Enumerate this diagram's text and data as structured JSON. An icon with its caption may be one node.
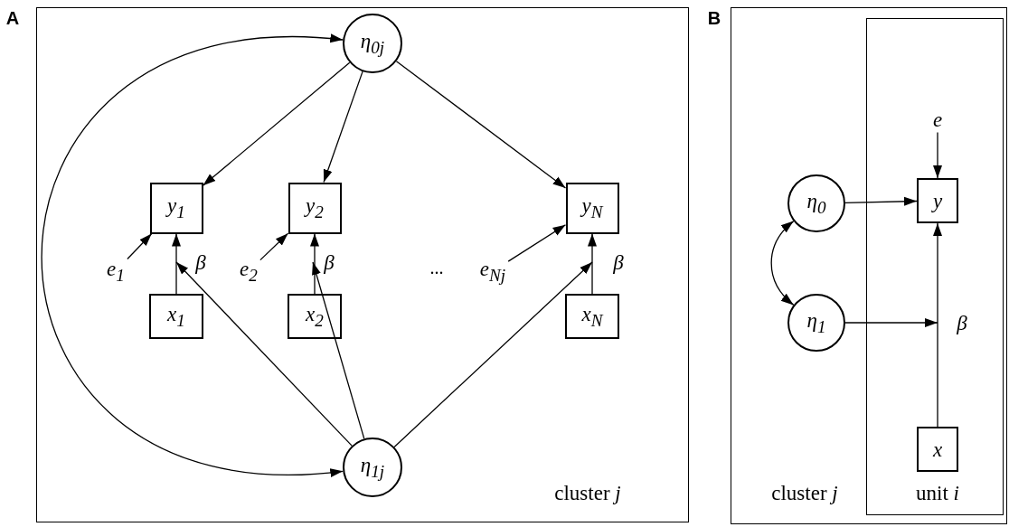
{
  "diagram": {
    "nodes": [
      {
        "text": [
          "cluster *j*"
        ]
      },
      {
        "text": [
          "η$_{0j}$"
        ],
        "in": 0
      },
      {
        "text": [
          "y$_{1}$"
        ],
        "in": 0
      },
      {
        "text": [
          "y$_{2}$"
        ],
        "in": 0
      },
      {
        "text": [
          "y$_{N}$"
        ],
        "in": 0
      },
      {
        "text": [
          "e$_{1}$"
        ],
        "in": 0
      },
      {
        "text": [
          "e$_{2}$"
        ],
        "in": 0
      },
      {
        "text": [
          "e$_{Nj}$"
        ],
        "in": 0
      },
      {
        "text": [
          "x$_{1}$"
        ],
        "in": 0
      },
      {
        "text": [
          "x$_{2}$"
        ],
        "in": 0
      },
      {
        "text": [
          "x$_{N}$"
        ],
        "in": 0
      },
      {
        "text": [
          "η$_{1j}$"
        ],
        "in": 0
      },
      {
        "text": [
          "cluster *j*"
        ]
      },
      {
        "text": [
          "η$_{0}$"
        ],
        "in": 12
      },
      {
        "text": [
          "η$_{1}$"
        ],
        "in": 12
      },
      {
        "text": [
          "unit *i*"
        ],
        "in": 12
      },
      {
        "text": [
          "e"
        ],
        "in": 15
      },
      {
        "text": [
          "y"
        ],
        "in": 15
      },
      {
        "text": [
          "x"
        ],
        "in": 15
      }
    ],
    "edges": [
      {
        "from": 1,
        "to": 2,
        "arrow": "to"
      },
      {
        "from": 1,
        "to": 3,
        "arrow": "to"
      },
      {
        "from": 1,
        "to": 4,
        "arrow": "to"
      },
      {
        "from": 5,
        "to": 2,
        "arrow": "to"
      },
      {
        "from": 6,
        "to": 3,
        "arrow": "to"
      },
      {
        "from": 7,
        "to": 4,
        "arrow": "to"
      },
      {
        "from": 8,
        "to": 2,
        "arrow": "to",
        "label": "β"
      },
      {
        "from": 9,
        "to": 3,
        "arrow": "to",
        "label": "β"
      },
      {
        "from": 10,
        "to": 4,
        "arrow": "to",
        "label": "β"
      },
      {
        "from": 11,
        "to": null,
        "arrow": "to"
      },
      {
        "from": 11,
        "to": null,
        "arrow": "to"
      },
      {
        "from": 11,
        "to": null,
        "arrow": "to"
      },
      {
        "from": 1,
        "to": 11,
        "arrow": "both"
      },
      {
        "from": 13,
        "to": 14,
        "arrow": "both"
      },
      {
        "from": 13,
        "to": 17,
        "arrow": "to"
      },
      {
        "from": 14,
        "to": null,
        "arrow": "to"
      },
      {
        "from": 16,
        "to": 17,
        "arrow": "to"
      },
      {
        "from": 18,
        "to": 17,
        "arrow": "to",
        "label": "β"
      }
    ],
    "labels": [
      "A",
      "B",
      "..."
    ]
  }
}
